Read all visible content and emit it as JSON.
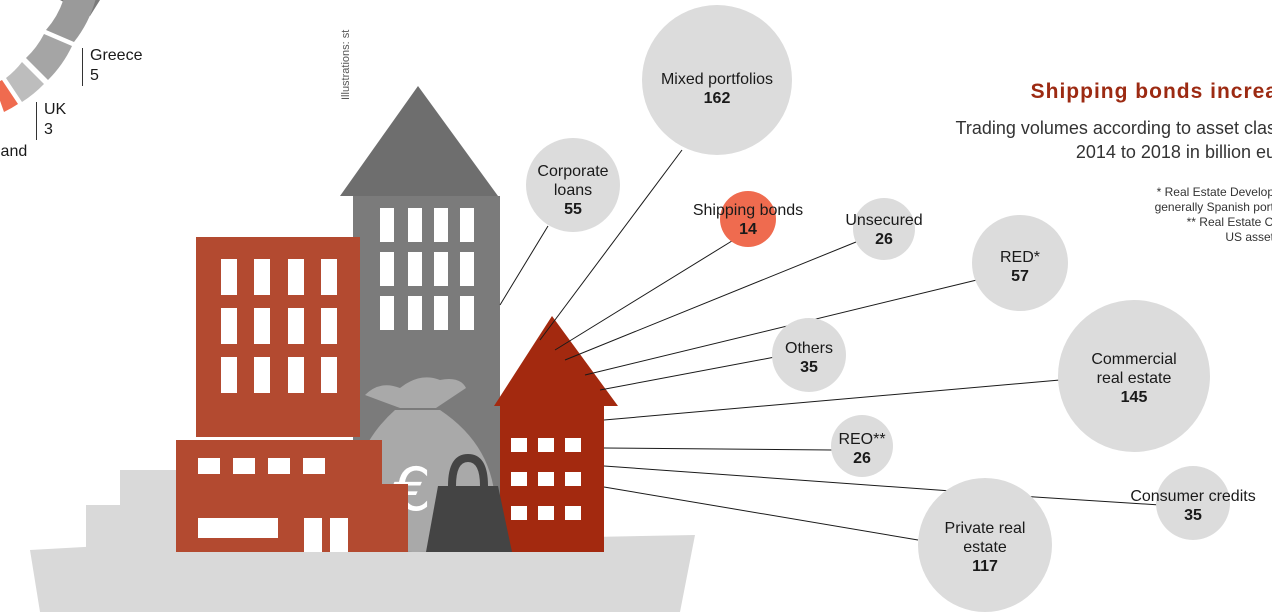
{
  "title": "Shipping bonds increa",
  "subtitle_line1": "Trading volumes according to asset clas",
  "subtitle_line2": "2014 to 2018 in billion eu",
  "footnote_line1": "* Real Estate Develop",
  "footnote_line2": "generally Spanish port",
  "footnote_line3": "** Real Estate O",
  "footnote_line4": "US asset",
  "credit": "Illustrations:  st",
  "countries": [
    {
      "name": "Greece",
      "value": "5"
    },
    {
      "name": "UK",
      "value": "3"
    },
    {
      "name": "land",
      "value": ""
    }
  ],
  "colors": {
    "bubble": "#dcdcdc",
    "highlight": "#ef6b4f",
    "title": "#9c2a12",
    "line": "#1a1a1a"
  },
  "chart_data": {
    "type": "bubble",
    "title": "Shipping bonds increa",
    "unit": "billion eu",
    "points": [
      {
        "label": "Mixed portfolios",
        "value": 162
      },
      {
        "label": "Corporate loans",
        "value": 55
      },
      {
        "label": "Shipping bonds",
        "value": 14,
        "highlight": true
      },
      {
        "label": "Unsecured",
        "value": 26
      },
      {
        "label": "RED*",
        "value": 57
      },
      {
        "label": "Others",
        "value": 35
      },
      {
        "label": "Commercial real estate",
        "value": 145
      },
      {
        "label": "REO**",
        "value": 26
      },
      {
        "label": "Consumer credits",
        "value": 35
      },
      {
        "label": "Private real estate",
        "value": 117
      }
    ]
  }
}
